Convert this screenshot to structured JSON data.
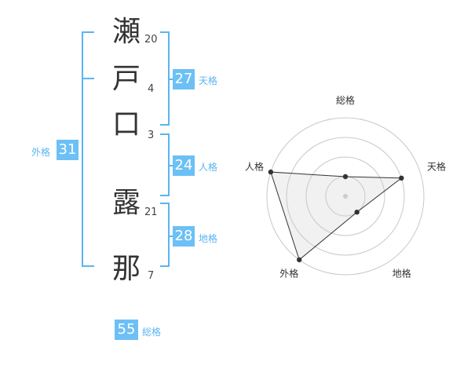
{
  "name": {
    "chars": [
      {
        "char": "瀬",
        "strokes": "20"
      },
      {
        "char": "戸",
        "strokes": "4"
      },
      {
        "char": "口",
        "strokes": "3"
      },
      {
        "char": "露",
        "strokes": "21"
      },
      {
        "char": "那",
        "strokes": "7"
      }
    ]
  },
  "scores": {
    "tenkaku": {
      "value": "27",
      "label": "天格"
    },
    "jinkaku": {
      "value": "24",
      "label": "人格"
    },
    "chikaku": {
      "value": "28",
      "label": "地格"
    },
    "gaikaku": {
      "value": "31",
      "label": "外格"
    },
    "soukaku": {
      "value": "55",
      "label": "総格"
    }
  },
  "colors": {
    "accent": "#6cc0f5",
    "bracket": "#5bb4f0",
    "text": "#333333"
  },
  "chart_data": {
    "type": "radar",
    "axes": [
      "総格",
      "天格",
      "地格",
      "外格",
      "人格"
    ],
    "rings": 4,
    "max": 4,
    "values": [
      1,
      3,
      1,
      4,
      4
    ]
  }
}
